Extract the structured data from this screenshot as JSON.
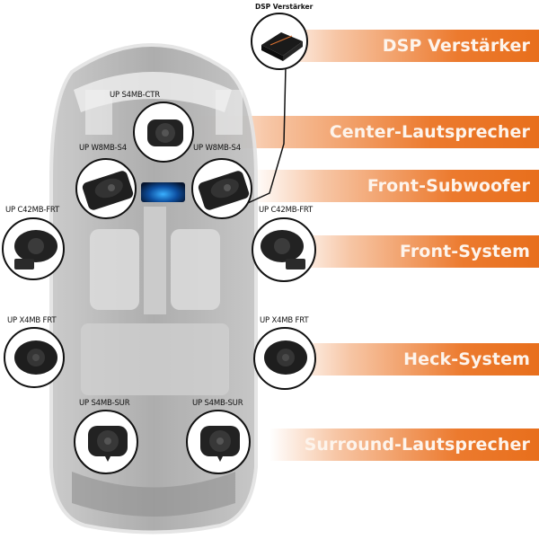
{
  "diagram": {
    "title": "Car audio speaker placement",
    "accent_color": "#e86f1c",
    "categories": [
      {
        "id": "dsp",
        "label": "DSP Verstärker"
      },
      {
        "id": "center",
        "label": "Center-Lautsprecher"
      },
      {
        "id": "front_sub",
        "label": "Front-Subwoofer"
      },
      {
        "id": "front_sys",
        "label": "Front-System"
      },
      {
        "id": "rear_sys",
        "label": "Heck-System"
      },
      {
        "id": "surround",
        "label": "Surround-Lautsprecher"
      }
    ],
    "components": {
      "dsp": "DSP Verstärker",
      "center": "UP S4MB-CTR",
      "sub_left": "UP W8MB-S4",
      "sub_right": "UP W8MB-S4",
      "front_left": "UP C42MB-FRT",
      "front_right": "UP C42MB-FRT",
      "rear_left": "UP X4MB FRT",
      "rear_right": "UP X4MB FRT",
      "surround_left": "UP S4MB-SUR",
      "surround_right": "UP S4MB-SUR"
    }
  }
}
